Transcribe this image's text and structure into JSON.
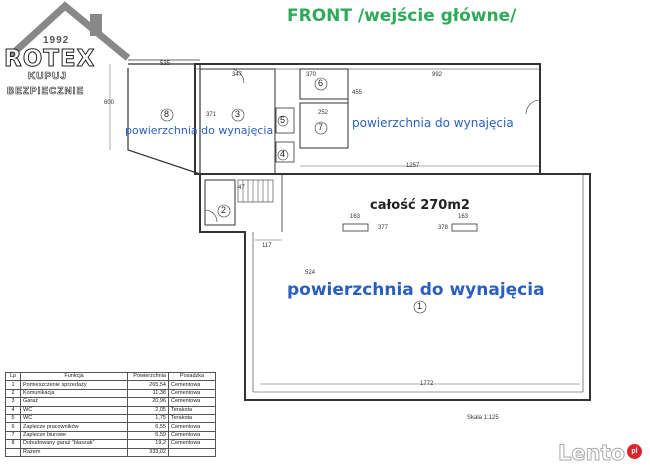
{
  "header": {
    "front": "FRONT /wejście główne/"
  },
  "logo": {
    "year": "1992",
    "name": "ROTEX",
    "line2": "KUPUJ",
    "line3": "BEZPIECZNIE"
  },
  "labels": {
    "rent_room8": "powierzchnia do wynajęcia",
    "rent_room7": "powierzchnia do wynajęcia",
    "rent_main": "powierzchnia do wynajęcia",
    "total": "całość 270m2",
    "scale": "Skala 1:125"
  },
  "room_numbers": {
    "r1": "1",
    "r2": "2",
    "r3": "3",
    "r4": "4",
    "r5": "5",
    "r6": "6",
    "r7": "7",
    "r8": "8"
  },
  "dimensions": {
    "d1": "535",
    "d2": "347",
    "d3": "370",
    "d4": "992",
    "d5": "600",
    "d6": "371",
    "d7": "455",
    "d8": "252",
    "d9": "1257",
    "d10": "163",
    "d11": "163",
    "d12": "377",
    "d13": "378",
    "d14": "117",
    "d15": "524",
    "d16": "1772",
    "d17": "47"
  },
  "legend": {
    "headers": [
      "Lp",
      "Funkcja",
      "Powierzchnia",
      "Posadzka"
    ],
    "rows": [
      [
        "1",
        "Pomieszczenie sprzedaży",
        "265,54",
        "Cementowa"
      ],
      [
        "2",
        "Komunikacja",
        "11,38",
        "Cementowa"
      ],
      [
        "3",
        "Garaż",
        "20,96",
        "Cementowa"
      ],
      [
        "4",
        "WC",
        "2,05",
        "Terakota"
      ],
      [
        "5",
        "WC",
        "1,75",
        "Terakota"
      ],
      [
        "6",
        "Zaplecze pracowników",
        "6,55",
        "Cementowa"
      ],
      [
        "7",
        "Zaplecze biurowe",
        "5,59",
        "Cementowa"
      ],
      [
        "8",
        "Dobudowany garaż \"blaszak\"",
        "19,2",
        "Cementowa"
      ]
    ],
    "total_label": "Razem",
    "total_value": "333,02"
  },
  "watermark": {
    "text": "Lento",
    "suffix": "pl"
  }
}
